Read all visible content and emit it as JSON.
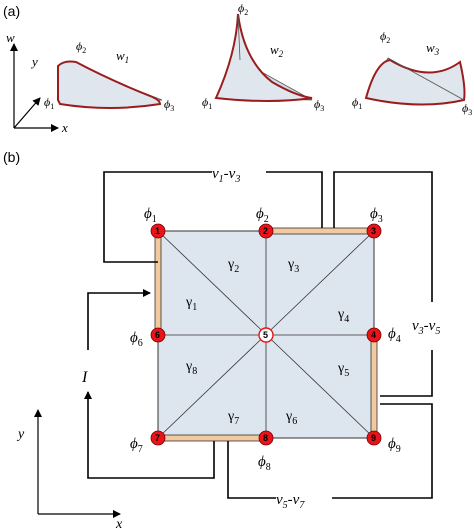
{
  "panel_a": {
    "label": "(a)",
    "axis_w": "w",
    "axis_y": "y",
    "axis_x": "x",
    "plots": [
      {
        "w": "w1",
        "w_base": "w",
        "w_sub": "1",
        "phi": [
          [
            "ϕ",
            "1"
          ],
          [
            "ϕ",
            "2"
          ],
          [
            "ϕ",
            "3"
          ]
        ]
      },
      {
        "w": "w2",
        "w_base": "w",
        "w_sub": "2",
        "phi": [
          [
            "ϕ",
            "1"
          ],
          [
            "ϕ",
            "2"
          ],
          [
            "ϕ",
            "3"
          ]
        ]
      },
      {
        "w": "w3",
        "w_base": "w",
        "w_sub": "3",
        "phi": [
          [
            "ϕ",
            "1"
          ],
          [
            "ϕ",
            "2"
          ],
          [
            "ϕ",
            "3"
          ]
        ]
      }
    ]
  },
  "panel_b": {
    "label": "(b)",
    "nodes": [
      "1",
      "2",
      "3",
      "4",
      "5",
      "6",
      "7",
      "8",
      "9"
    ],
    "phi_labels": [
      {
        "base": "ϕ",
        "sub": "1"
      },
      {
        "base": "ϕ",
        "sub": "2"
      },
      {
        "base": "ϕ",
        "sub": "3"
      },
      {
        "base": "ϕ",
        "sub": "4"
      },
      {
        "base": "ϕ",
        "sub": "6"
      },
      {
        "base": "ϕ",
        "sub": "7"
      },
      {
        "base": "ϕ",
        "sub": "8"
      },
      {
        "base": "ϕ",
        "sub": "9"
      }
    ],
    "gamma_labels": [
      {
        "base": "γ",
        "sub": "1"
      },
      {
        "base": "γ",
        "sub": "2"
      },
      {
        "base": "γ",
        "sub": "3"
      },
      {
        "base": "γ",
        "sub": "4"
      },
      {
        "base": "γ",
        "sub": "5"
      },
      {
        "base": "γ",
        "sub": "6"
      },
      {
        "base": "γ",
        "sub": "7"
      },
      {
        "base": "γ",
        "sub": "8"
      }
    ],
    "voltage_top": {
      "a": "v",
      "a_sub": "1",
      "sep": "-",
      "b": "v",
      "b_sub": "3"
    },
    "voltage_right": {
      "a": "v",
      "a_sub": "3",
      "sep": "-",
      "b": "v",
      "b_sub": "5"
    },
    "voltage_bottom": {
      "a": "v",
      "a_sub": "5",
      "sep": "-",
      "b": "v",
      "b_sub": "7"
    },
    "current_label": "I",
    "axis_y": "y",
    "axis_x": "x"
  },
  "colors": {
    "node_fill": "#e8141a",
    "mesh_fill": "#dde5ee",
    "surface_fill": "#cfdbe8",
    "curve": "#9b1c1c",
    "electrode": "#f3c9a0"
  }
}
